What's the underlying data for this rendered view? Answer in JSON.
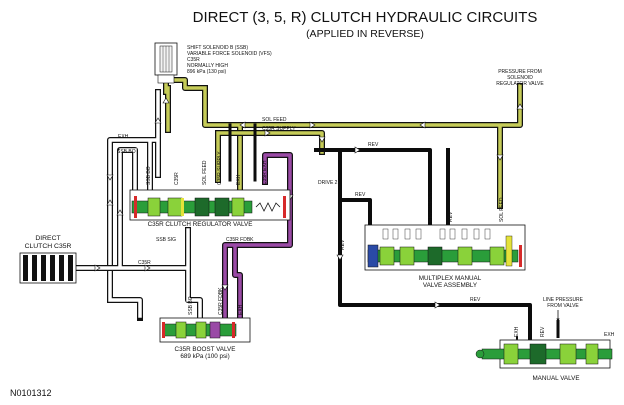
{
  "title": "DIRECT (3, 5, R) CLUTCH HYDRAULIC CIRCUITS",
  "subtitle": "(APPLIED IN REVERSE)",
  "figure_code": "N0101312",
  "solenoid": {
    "lines": [
      "SHIFT SOLENOID B (SSB)",
      "VARIABLE FORCE SOLENOID (VFS)",
      "C35R",
      "NORMALLY HIGH",
      "896 kPa (130 psi)"
    ]
  },
  "pressure_from_solenoid": [
    "PRESSURE FROM",
    "SOLENOID",
    "REGULATOR VALVE"
  ],
  "line_pressure": [
    "LINE PRESSURE",
    "FROM VALVE"
  ],
  "direct_clutch": [
    "DIRECT",
    "CLUTCH C35R"
  ],
  "c35r_regulator_valve": "C35R CLUTCH REGULATOR VALVE",
  "multiplex_manual": [
    "MULTIPLEX MANUAL",
    "VALVE ASSEMBLY"
  ],
  "boost_valve": [
    "C35R BOOST VALVE",
    "689 kPa (100 psi)"
  ],
  "manual_valve": "MANUAL VALVE",
  "passages": {
    "sol_feed": "SOL FEED",
    "c35r_supply": "C35R SUPPLY",
    "rev": "REV",
    "drive2": "DRIVE 2",
    "c35r": "C35R",
    "ssb_sig": "SSB SIG",
    "c35r_fdbk": "C35R FDBK",
    "exh": "EXH",
    "ssb_bo": "SSB BO",
    "c35r_exh": "C35R EXH",
    "rev_supply": "REV SUPPLY",
    "c35r_fdbk_short": "C35R FDBK"
  },
  "colors": {
    "sol_feed": "#c6cc58",
    "ssb_signal": "#ffffff",
    "line_rev": "#0c0c0c",
    "feedback": "#9a4aa6",
    "valve_body": "#2a9d3a",
    "spool": "#8ad23a",
    "spool_dark": "#1d6a2a",
    "red": "#d62a2a",
    "yellow": "#e4e23a",
    "blue": "#2a4aa6",
    "arrow": "#ffffff"
  }
}
